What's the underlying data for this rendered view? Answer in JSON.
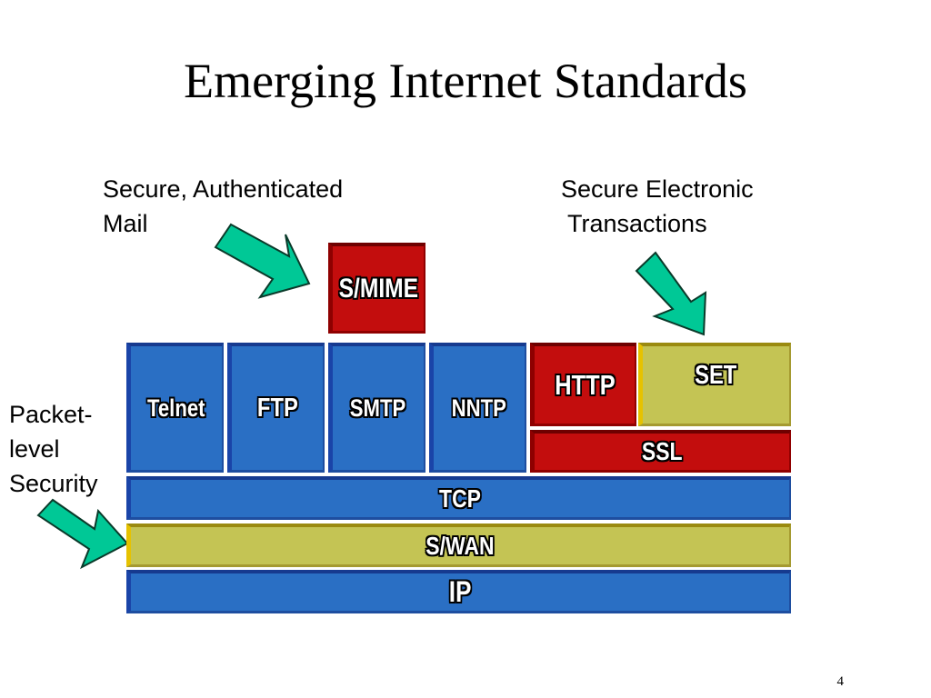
{
  "slide": {
    "title": "Emerging Internet Standards",
    "page_number": "4"
  },
  "annotations": {
    "mail": "Secure, Authenticated\nMail",
    "transactions": "Secure Electronic\n Transactions",
    "packet": "Packet-\nlevel\nSecurity"
  },
  "stack": {
    "smime": "S/MIME",
    "telnet": "Telnet",
    "ftp": "FTP",
    "smtp": "SMTP",
    "nntp": "NNTP",
    "http": "HTTP",
    "set": "SET",
    "ssl": "SSL",
    "tcp": "TCP",
    "swan": "S/WAN",
    "ip": "IP"
  },
  "colors": {
    "blue": "#2a6fc4",
    "red": "#c30d0d",
    "olive": "#c4c454",
    "arrow": "#00c896"
  }
}
